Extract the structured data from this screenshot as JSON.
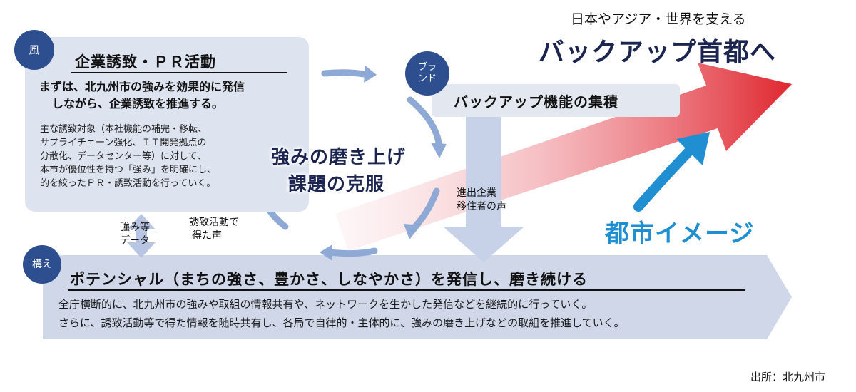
{
  "top_right": {
    "subtitle": "日本やアジア・世界を支える",
    "title": "バックアップ首都へ"
  },
  "wind": {
    "badge": "風",
    "title": "企業誘致・ＰＲ活動",
    "lead": [
      "まずは、北九州市の強みを効果的に発信",
      "しながら、企業誘致を推進する。"
    ],
    "body": [
      "主な誘致対象（本社機能の補完・移転、",
      "サプライチェーン強化、ＩＴ開発拠点の",
      "分散化、データセンター等）に対して、",
      "本市が優位性を持つ「強み」を明確にし、",
      "的を絞ったＰＲ・誘致活動を行っていく。"
    ]
  },
  "cycle": {
    "line1": "強みの磨き上げ",
    "line2": "課題の克服"
  },
  "brand": {
    "badge": [
      "ブラ",
      "ンド"
    ],
    "title": "バックアップ機能の集積"
  },
  "labels": {
    "strength_data": [
      "強み等",
      "データ"
    ],
    "invite_voice": [
      "誘致活動で",
      "得た声"
    ],
    "company_voice": [
      "進出企業",
      "移住者の声"
    ]
  },
  "city_image": "都市イメージ",
  "stance": {
    "badge": "構え",
    "title": "ポテンシャル（まちの強さ、豊かさ、しなやかさ）を発信し、磨き続ける",
    "body": [
      "全庁横断的に、北九州市の強みや取組の情報共有や、ネットワークを生かした発信などを継続的に行っていく。",
      "さらに、誘致活動等で得た情報を随時共有し、各局で自律的・主体的に、強みの磨き上げなどの取組を推進していく。"
    ]
  },
  "source": "出所：北九州市",
  "colors": {
    "navy": "#2d4e8f",
    "panel": "#dde3ef",
    "arrow_blue": "#7f9fd0",
    "red": "#e0262f",
    "sky": "#1f8fd1"
  }
}
